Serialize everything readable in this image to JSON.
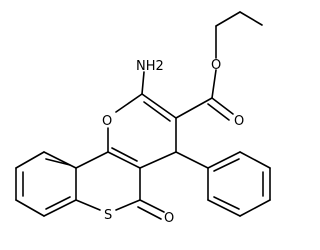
{
  "colors": {
    "background": "#ffffff",
    "ink": "#000000"
  },
  "atoms": {
    "nh2": "NH2",
    "ring_oxygen": "O",
    "ester_carbonyl_oxygen": "O",
    "ester_ether_oxygen": "O",
    "thioester_oxygen": "O",
    "sulfur": "S"
  }
}
